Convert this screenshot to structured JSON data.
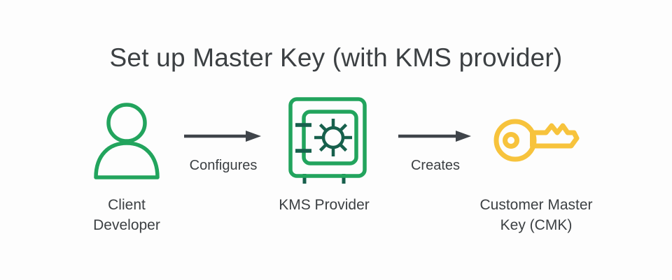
{
  "page": {
    "title": "Set up Master Key (with KMS provider)",
    "background_color": "#fdfdfd",
    "text_color": "#3c4043"
  },
  "palette": {
    "green": "#22a45d",
    "dark_green": "#17604c",
    "yellow": "#f7c33c",
    "arrow_gray": "#3f444a"
  },
  "diagram": {
    "type": "flow",
    "nodes": [
      {
        "id": "client-developer",
        "icon": "user-icon",
        "icon_color": "#22a45d",
        "label": "Client\nDeveloper"
      },
      {
        "id": "kms-provider",
        "icon": "safe-vault-icon",
        "icon_color": "#22a45d",
        "label": "KMS Provider"
      },
      {
        "id": "customer-master-key",
        "icon": "key-icon",
        "icon_color": "#f7c33c",
        "label": "Customer Master\nKey (CMK)"
      }
    ],
    "connectors": [
      {
        "id": "client-to-kms",
        "label": "Configures",
        "from": "client-developer",
        "to": "kms-provider",
        "direction": "right"
      },
      {
        "id": "kms-to-cmk",
        "label": "Creates",
        "from": "kms-provider",
        "to": "customer-master-key",
        "direction": "right"
      }
    ]
  }
}
